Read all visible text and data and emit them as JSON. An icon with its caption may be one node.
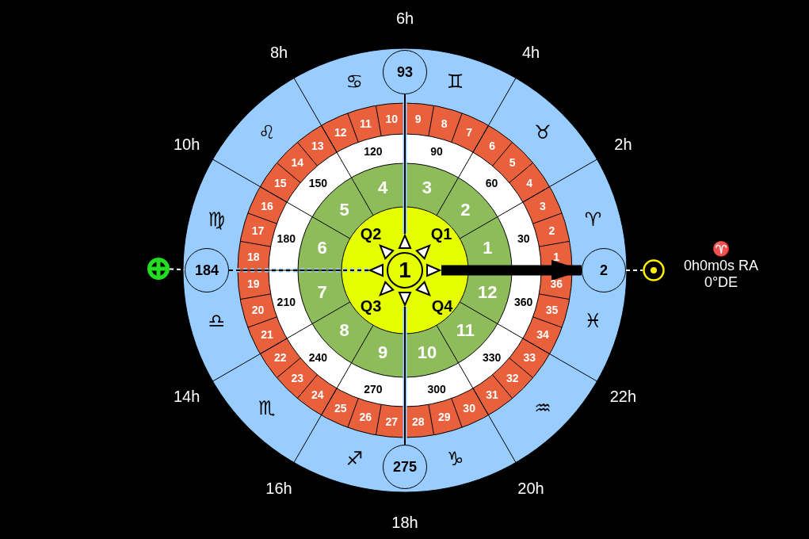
{
  "diagram": {
    "nodes": [
      {
        "text": [
          "1"
        ]
      },
      {
        "text": [
          "93"
        ]
      },
      {
        "text": [
          "275"
        ]
      },
      {
        "text": [
          "184"
        ]
      },
      {
        "text": [
          "2"
        ]
      },
      {
        "text": [],
        "shape": "circle"
      },
      {
        "text": [],
        "shape": "circle",
        "beside": [
          "♈",
          "0h0m0s RA",
          "0°DE"
        ]
      }
    ],
    "edges": [
      {
        "from": 1,
        "to": 0,
        "arrow": "none"
      },
      {
        "from": 2,
        "to": 0,
        "arrow": "none"
      },
      {
        "from": 3,
        "to": 0,
        "arrow": "none",
        "style": "dashed"
      },
      {
        "from": 0,
        "to": 4,
        "arrow": "to",
        "style": "thick",
        "color": "#000000"
      },
      {
        "from": 5,
        "to": 3,
        "arrow": "none",
        "style": "dashed",
        "color": "#ffffff"
      },
      {
        "from": 4,
        "to": 6,
        "arrow": "none",
        "style": "dashed",
        "color": "#ffffff"
      }
    ],
    "labels": [
      "2h",
      "4h",
      "6h",
      "8h",
      "10h",
      "14h",
      "16h",
      "18h",
      "20h",
      "22h",
      "♈",
      "♉",
      "♊",
      "♋",
      "♌",
      "♍",
      "♎",
      "♏",
      "♐",
      "♑",
      "♒",
      "♓",
      "1",
      "2",
      "3",
      "4",
      "5",
      "6",
      "7",
      "8",
      "9",
      "10",
      "11",
      "12",
      "13",
      "14",
      "15",
      "16",
      "17",
      "18",
      "19",
      "20",
      "21",
      "22",
      "23",
      "24",
      "25",
      "26",
      "27",
      "28",
      "29",
      "30",
      "31",
      "32",
      "33",
      "34",
      "35",
      "36",
      "30",
      "60",
      "90",
      "120",
      "150",
      "180",
      "210",
      "240",
      "270",
      "300",
      "330",
      "360",
      "1",
      "2",
      "3",
      "4",
      "5",
      "6",
      "7",
      "8",
      "9",
      "10",
      "11",
      "12",
      "Q1",
      "Q2",
      "Q3",
      "Q4"
    ]
  }
}
